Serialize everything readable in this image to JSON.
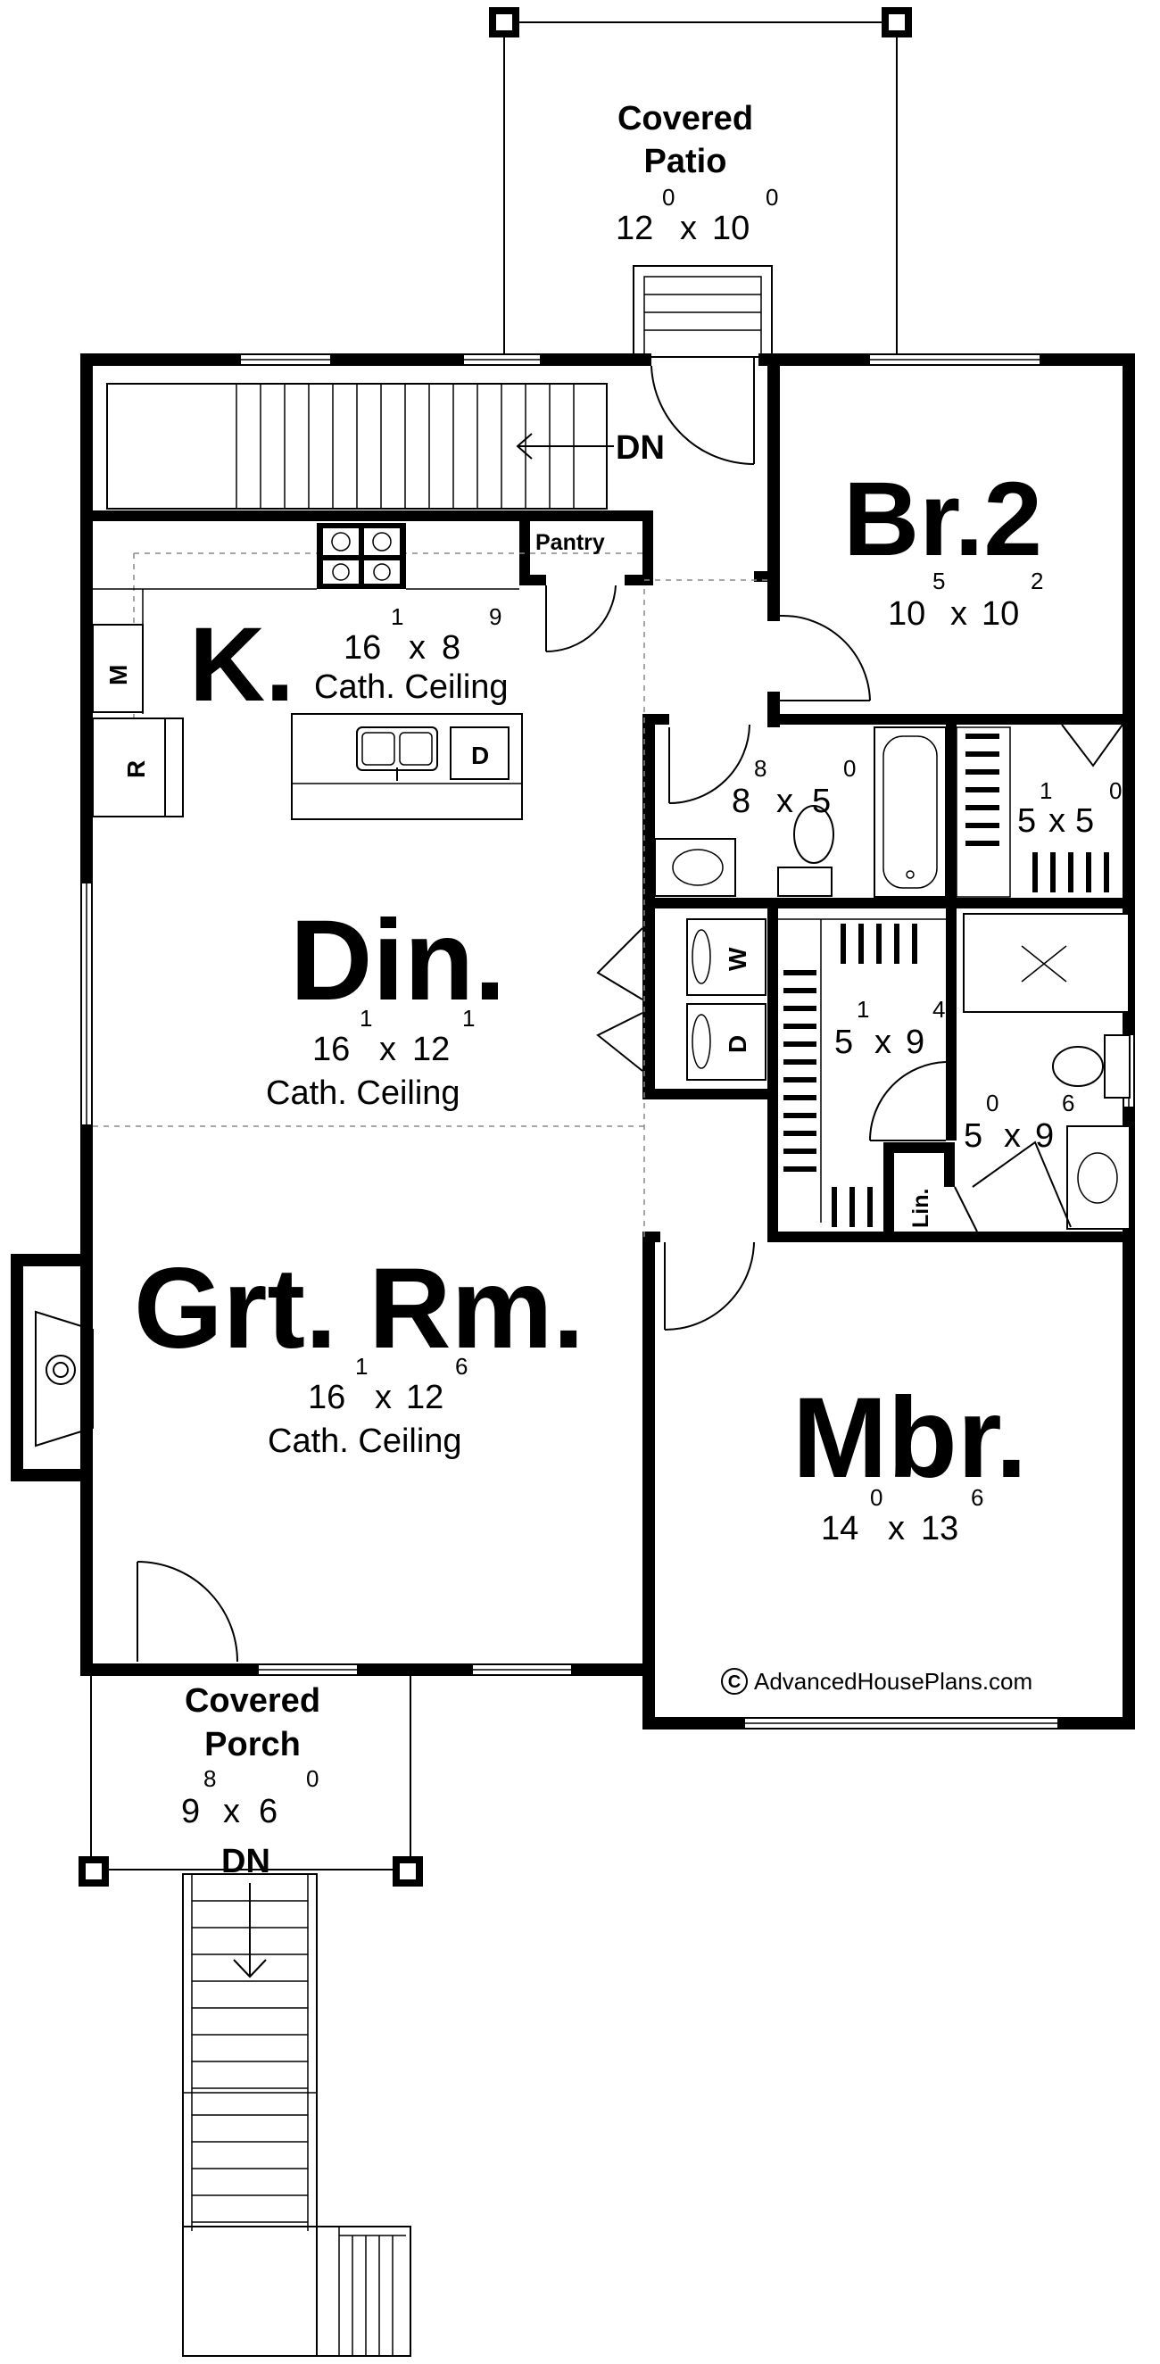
{
  "rooms": {
    "covered_patio": {
      "name_line1": "Covered",
      "name_line2": "Patio",
      "dim_w": "12",
      "dim_w_sup": "0",
      "dim_x": "x",
      "dim_h": "10",
      "dim_h_sup": "0"
    },
    "br2": {
      "name": "Br.2",
      "dim_w": "10",
      "dim_w_sup": "5",
      "dim_x": "x",
      "dim_h": "10",
      "dim_h_sup": "2"
    },
    "kitchen": {
      "name": "K.",
      "dim_w": "16",
      "dim_w_sup": "1",
      "dim_x": "x",
      "dim_h": "8",
      "dim_h_sup": "9",
      "note": "Cath. Ceiling"
    },
    "pantry": {
      "name": "Pantry"
    },
    "bath1": {
      "dim_w": "8",
      "dim_w_sup": "8",
      "dim_x": "x",
      "dim_h": "5",
      "dim_h_sup": "0"
    },
    "closet1": {
      "dim_w": "5",
      "dim_w_sup": "1",
      "dim_x": "x",
      "dim_h": "5",
      "dim_h_sup": "0"
    },
    "dining": {
      "name": "Din.",
      "dim_w": "16",
      "dim_w_sup": "1",
      "dim_x": "x",
      "dim_h": "12",
      "dim_h_sup": "1",
      "note": "Cath. Ceiling"
    },
    "wic": {
      "dim_w": "5",
      "dim_w_sup": "1",
      "dim_x": "x",
      "dim_h": "9",
      "dim_h_sup": "4"
    },
    "master_bath": {
      "dim_w": "5",
      "dim_w_sup": "0",
      "dim_x": "x",
      "dim_h": "9",
      "dim_h_sup": "6"
    },
    "linen": {
      "name": "Lin."
    },
    "great_room": {
      "name": "Grt. Rm.",
      "dim_w": "16",
      "dim_w_sup": "1",
      "dim_x": "x",
      "dim_h": "12",
      "dim_h_sup": "6",
      "note": "Cath. Ceiling"
    },
    "master_br": {
      "name": "Mbr.",
      "dim_w": "14",
      "dim_w_sup": "0",
      "dim_x": "x",
      "dim_h": "13",
      "dim_h_sup": "6"
    },
    "covered_porch": {
      "name_line1": "Covered",
      "name_line2": "Porch",
      "dim_w": "9",
      "dim_w_sup": "8",
      "dim_x": "x",
      "dim_h": "6",
      "dim_h_sup": "0"
    }
  },
  "appliances": {
    "microwave": "M",
    "refrigerator": "R",
    "dishwasher": "D",
    "washer": "W",
    "dryer": "D"
  },
  "stairs": {
    "upper_label": "DN",
    "porch_label": "DN"
  },
  "copyright": {
    "symbol": "C",
    "text": "AdvancedHousePlans.com"
  },
  "colors": {
    "wall": "#000000",
    "background": "#ffffff",
    "dashed": "#888888"
  }
}
